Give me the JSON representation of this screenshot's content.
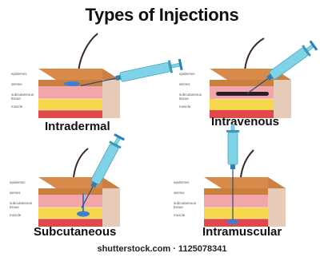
{
  "title": "Types of Injections",
  "layer_labels": [
    "epidermis",
    "dermis",
    "subcutaneous tissue",
    "muscle"
  ],
  "panels": [
    {
      "name": "Intradermal"
    },
    {
      "name": "Intravenous"
    },
    {
      "name": "Subcutaneous"
    },
    {
      "name": "Intramuscular"
    }
  ],
  "watermark": "shutterstock.com · 1125078341",
  "colors": {
    "epidermis": "#c9803f",
    "dermis": "#f3a6a9",
    "subcutaneous": "#f6d64a",
    "muscle": "#e0484b",
    "syringe": "#7fd3e6",
    "plunger": "#2b7fb8",
    "injected": "#3a7fd6"
  }
}
